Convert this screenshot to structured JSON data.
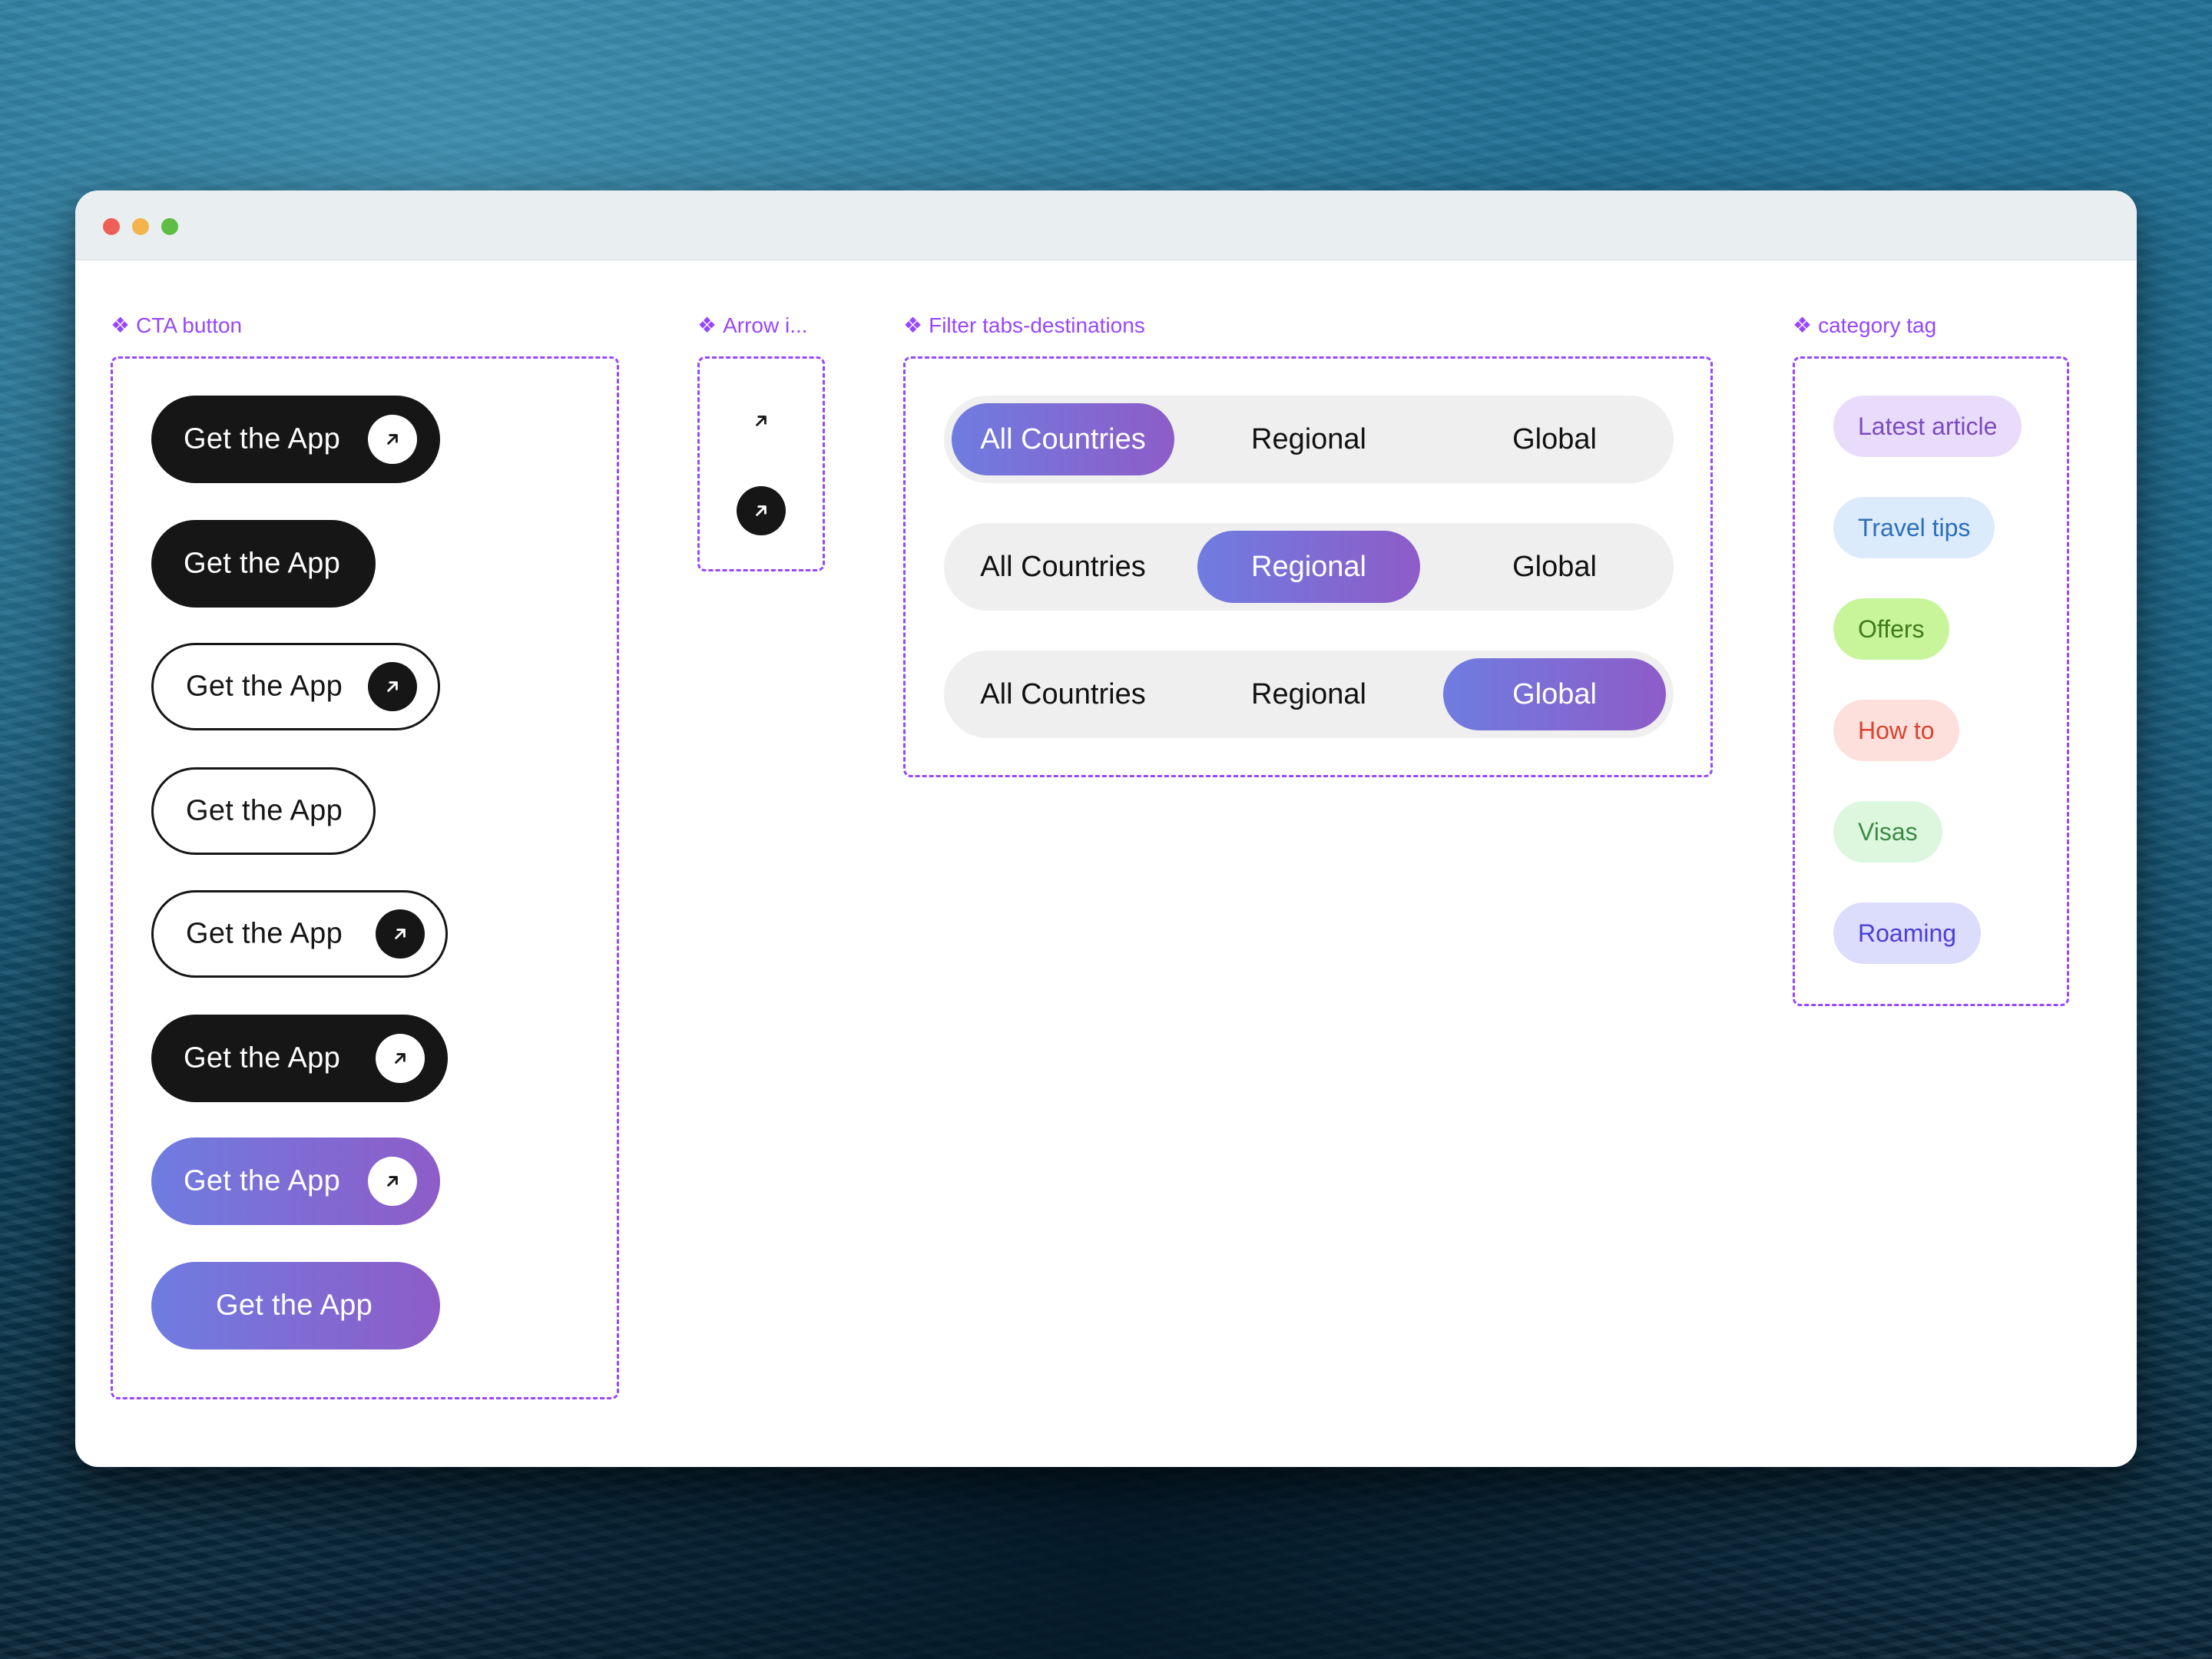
{
  "window": {
    "controls": [
      "close",
      "minimize",
      "zoom"
    ]
  },
  "frames": {
    "cta": {
      "label": "CTA button",
      "icon": "component-icon"
    },
    "arrow": {
      "label": "Arrow i...",
      "icon": "component-icon"
    },
    "filter": {
      "label": "Filter tabs-destinations",
      "icon": "component-icon"
    },
    "category": {
      "label": "category tag",
      "icon": "component-icon"
    }
  },
  "cta_buttons": [
    {
      "label": "Get the App",
      "variant": "dark",
      "arrow": "white-circle"
    },
    {
      "label": "Get the App",
      "variant": "dark",
      "arrow": "none"
    },
    {
      "label": "Get the App",
      "variant": "outline",
      "arrow": "black-circle"
    },
    {
      "label": "Get the App",
      "variant": "outline",
      "arrow": "none"
    },
    {
      "label": "Get the App",
      "variant": "outline",
      "arrow": "black-circle"
    },
    {
      "label": "Get the App",
      "variant": "dark",
      "arrow": "white-circle"
    },
    {
      "label": "Get the App",
      "variant": "gradient",
      "arrow": "white-circle"
    },
    {
      "label": "Get the App",
      "variant": "gradient",
      "arrow": "none"
    }
  ],
  "filter_tabs": [
    {
      "tabs": [
        "All Countries",
        "Regional",
        "Global"
      ],
      "active": "All Countries"
    },
    {
      "tabs": [
        "All Countries",
        "Regional",
        "Global"
      ],
      "active": "Regional"
    },
    {
      "tabs": [
        "All Countries",
        "Regional",
        "Global"
      ],
      "active": "Global"
    }
  ],
  "category_tags": [
    {
      "label": "Latest article",
      "bg": "#e9dcfb",
      "fg": "#7a4bc0"
    },
    {
      "label": "Travel tips",
      "bg": "#dcebfb",
      "fg": "#2c6fb8"
    },
    {
      "label": "Offers",
      "bg": "#c9f59a",
      "fg": "#3f7a1c"
    },
    {
      "label": "How to",
      "bg": "#fde0dc",
      "fg": "#d9432f"
    },
    {
      "label": "Visas",
      "bg": "#ddf7de",
      "fg": "#3c8b44"
    },
    {
      "label": "Roaming",
      "bg": "#dcdcfc",
      "fg": "#4a3fd6"
    }
  ],
  "colors": {
    "frame_outline": "#9747ff",
    "dark": "#161616",
    "gradient_start": "#6f7ce0",
    "gradient_end": "#8e5cc8",
    "tab_track": "#efefef"
  }
}
